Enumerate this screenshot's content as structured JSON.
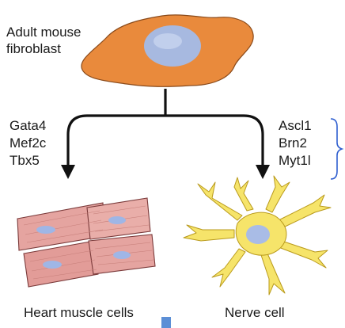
{
  "source": {
    "label_line1": "Adult mouse",
    "label_line2": "fibroblast"
  },
  "left_branch": {
    "factors": [
      "Gata4",
      "Mef2c",
      "Tbx5"
    ],
    "result_label": "Heart muscle cells"
  },
  "right_branch": {
    "factors": [
      "Ascl1",
      "Brn2",
      "Myt1l"
    ],
    "result_label": "Nerve cell"
  },
  "colors": {
    "fibroblast_body": "#e98a3c",
    "fibroblast_nucleus": "#a7b9e0",
    "muscle": "#e5a4a0",
    "muscle_nucleus": "#9fb6e6",
    "neuron": "#f6e46a",
    "neuron_nucleus": "#a9bce6",
    "arrow": "#111111",
    "bracket": "#2f5fd0",
    "marker": "#5c8fd6"
  }
}
